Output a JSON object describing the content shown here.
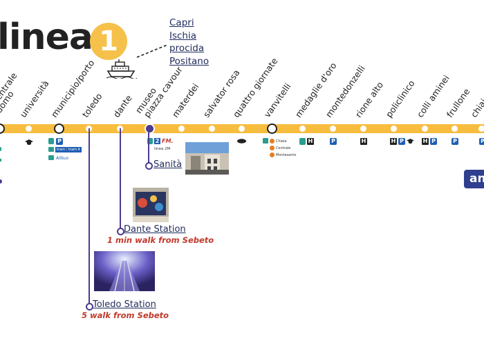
{
  "header": {
    "title": "linea",
    "line_number": "1",
    "islands": [
      "Capri",
      "Ischia",
      "procida",
      "Positano"
    ]
  },
  "line": {
    "color": "#f7bd3e",
    "accent": "#4b3a8e"
  },
  "stations": [
    "centrale",
    "duomo",
    "università",
    "municipio/porto",
    "toledo",
    "dante",
    "museo",
    "piazza cavour",
    "materdei",
    "salvator rosa",
    "quattro giornate",
    "vanvitelli",
    "medaglie d'oro",
    "montedonzelli",
    "rione alto",
    "policlinico",
    "colli aminei",
    "frullone",
    "chiaiano"
  ],
  "connections": {
    "museo_line": "linea 2M",
    "vanvitelli_funicular": [
      "Chiaia",
      "Centrale",
      "Montesanto"
    ],
    "municipio_tram": [
      "tram 1",
      "tram 4"
    ],
    "municipio_bus": "Alibus"
  },
  "callouts": {
    "sanita": "Sanità",
    "dante": "Dante Station",
    "dante_walk": "1 min walk from Sebeto",
    "toledo": "Toledo Station",
    "toledo_walk": "5  walk from Sebeto"
  },
  "side_tab": "an"
}
